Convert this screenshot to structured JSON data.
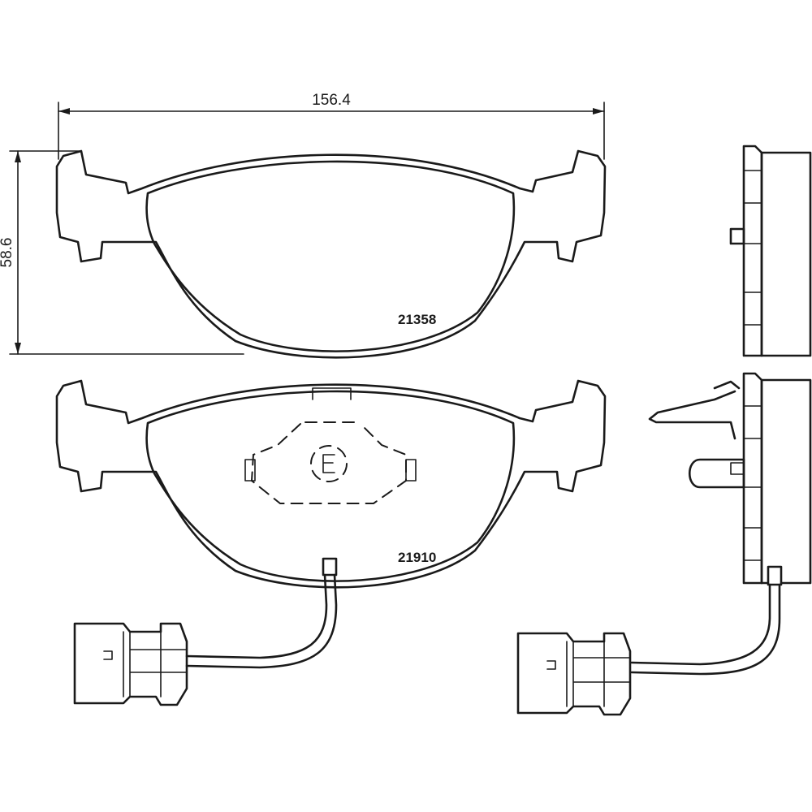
{
  "dimensions": {
    "width_label": "156.4",
    "height_label": "58.6"
  },
  "pads": {
    "top_part_number": "21358",
    "bottom_part_number": "21910"
  }
}
